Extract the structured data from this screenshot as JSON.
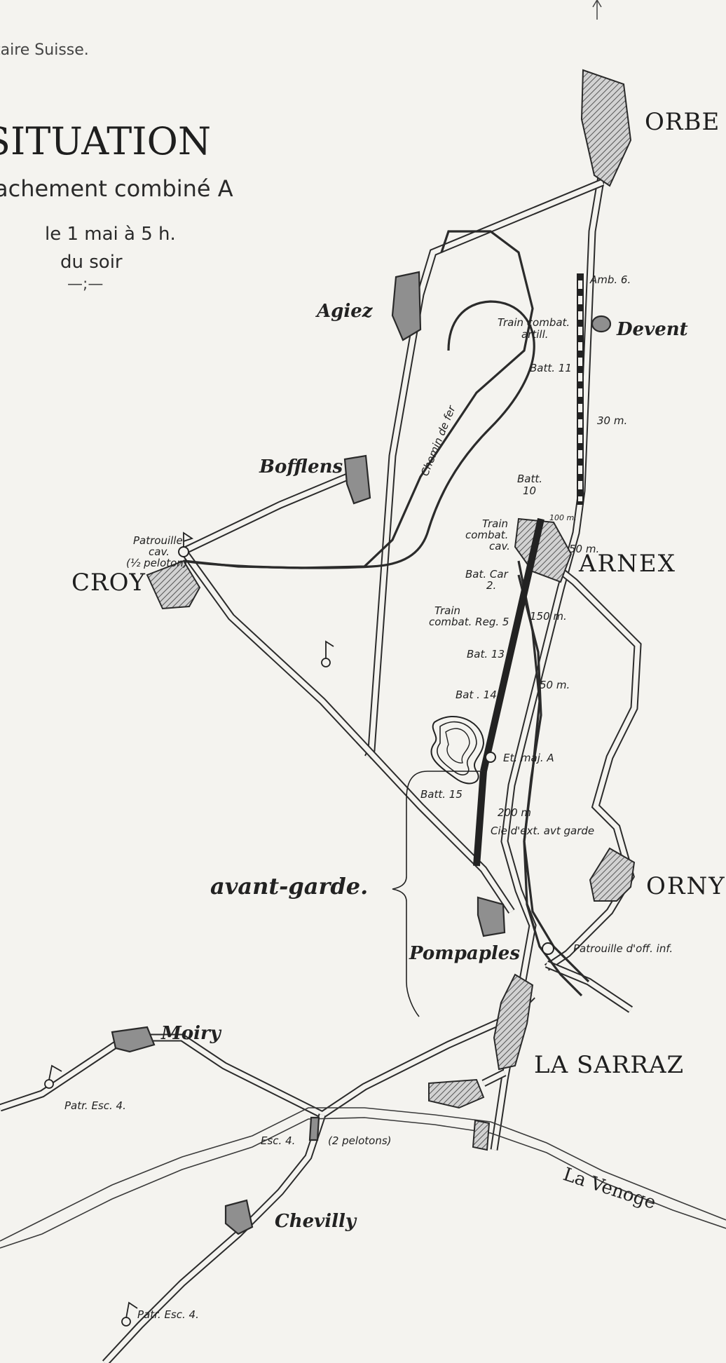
{
  "header": {
    "publisher": "taire Suisse.",
    "title": "SITUATION",
    "subtitle": "achement combiné A",
    "date": "le 1 mai à 5 h.",
    "time": "du soir",
    "ornament": "—;—"
  },
  "towns": {
    "orbe": "ORBE",
    "arnex": "ARNEX",
    "croy": "CROY",
    "orny": "ORNY",
    "la_sarraz": "LA SARRAZ"
  },
  "villages": {
    "agiez": "Agiez",
    "devent": "Devent",
    "bofflens": "Bofflens",
    "pompaples": "Pompaples",
    "moiry": "Moiry",
    "chevilly": "Chevilly"
  },
  "features": {
    "railway": "Chemin de fer",
    "river": "La Venoge"
  },
  "units": {
    "amb": "Amb. 6.",
    "train_artill_1": "Train combat.",
    "train_artill_2": "artill.",
    "batt11": "Batt. 11",
    "d30": "30 m.",
    "batt10_1": "Batt.",
    "batt10_2": "10",
    "d100": "100 m.",
    "train_cav_1": "Train",
    "train_cav_2": "combat.",
    "train_cav_3": "cav.",
    "d50a": "50 m.",
    "bat_car_1": "Bat. Car",
    "bat_car_2": "2.",
    "train_reg_1": "Train",
    "train_reg_2": "combat. Reg. 5",
    "d150": "150 m.",
    "bat13": "Bat. 13",
    "d50b": "50 m.",
    "bat14": "Bat . 14",
    "etmaj": "Et. maj. A",
    "batt15": "Batt. 15",
    "d200": "200 m",
    "cie": "Cie d'ext. avt garde",
    "avant_garde": "avant-garde.",
    "patr_cav_1": "Patrouille",
    "patr_cav_2": "cav.",
    "patr_cav_3": "(½ peloton)",
    "patr_off": "Patrouille d'off. inf.",
    "patr_esc_moiry": "Patr. Esc. 4.",
    "esc4": "Esc. 4.",
    "esc4_pel": "(2 pelotons)",
    "patr_esc_south": "Patr. Esc. 4."
  }
}
